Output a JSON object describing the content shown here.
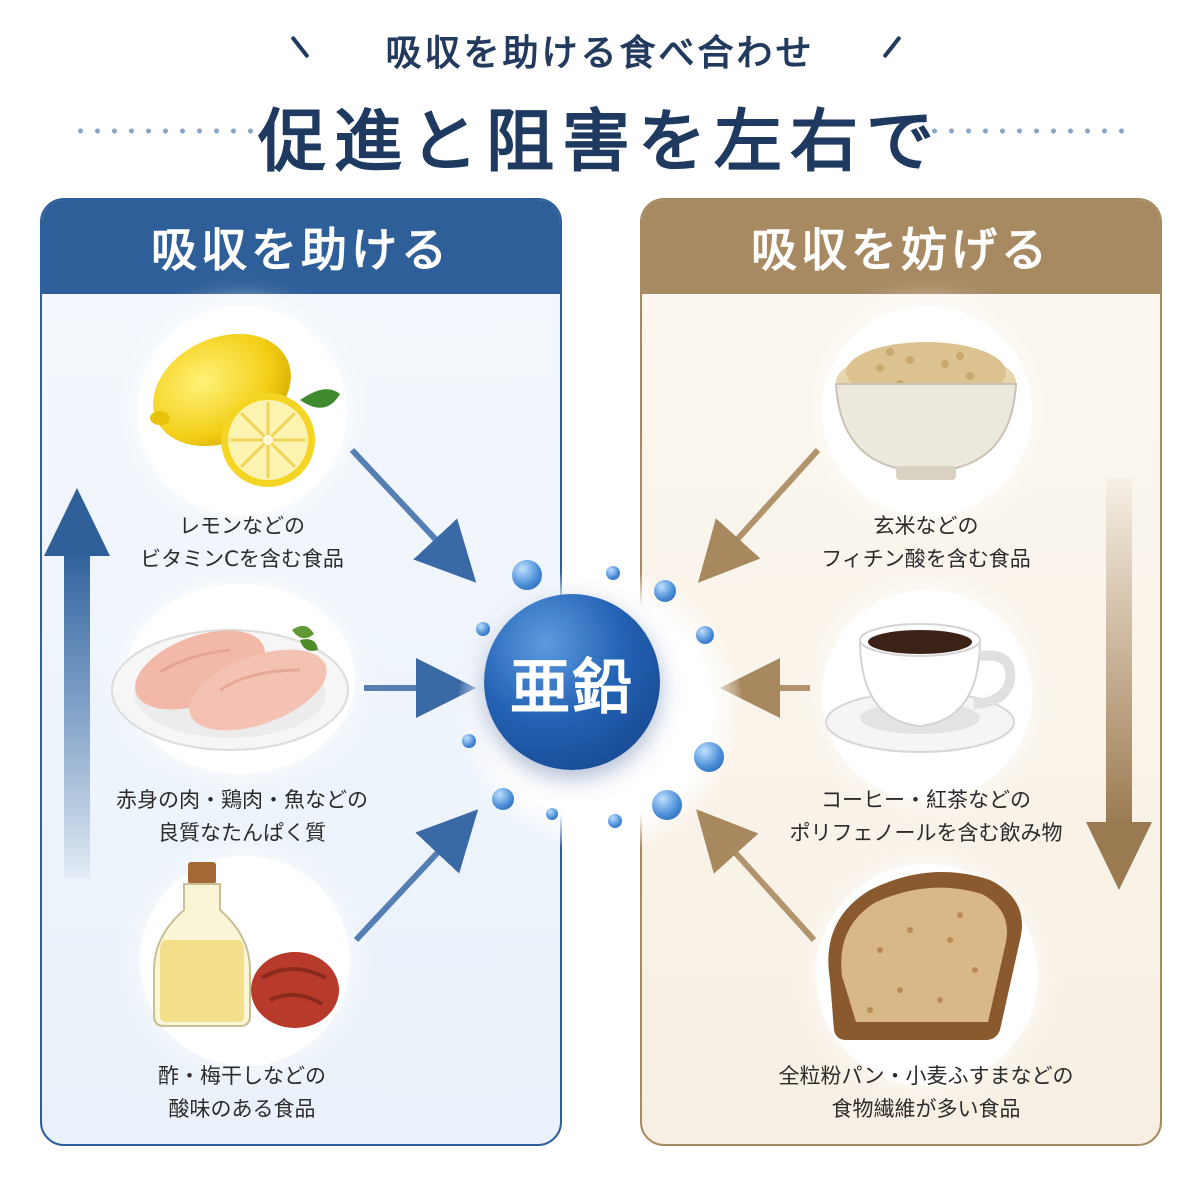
{
  "header": {
    "subtitle": "吸収を助ける食べ合わせ",
    "headline": "促進と阻害を左右で"
  },
  "center": {
    "label": "亜鉛"
  },
  "left_panel": {
    "title": "吸収を助ける",
    "items": [
      {
        "line1": "レモンなどの",
        "line2": "ビタミンCを含む食品",
        "icon": "lemon-icon"
      },
      {
        "line1": "赤身の肉・鶏肉・魚などの",
        "line2": "良質なたんぱく質",
        "icon": "chicken-breast-icon"
      },
      {
        "line1": "酢・梅干しなどの",
        "line2": "酸味のある食品",
        "icon": "vinegar-umeboshi-icon"
      }
    ]
  },
  "right_panel": {
    "title": "吸収を妨げる",
    "items": [
      {
        "line1": "玄米などの",
        "line2": "フィチン酸を含む食品",
        "icon": "brown-rice-icon"
      },
      {
        "line1": "コーヒー・紅茶などの",
        "line2": "ポリフェノールを含む飲み物",
        "icon": "coffee-cup-icon"
      },
      {
        "line1": "全粒粉パン・小麦ふすまなどの",
        "line2": "食物繊維が多い食品",
        "icon": "whole-wheat-bread-icon"
      }
    ]
  },
  "colors": {
    "promote_blue": "#2e5f99",
    "inhibit_brown": "#a88a62",
    "title_navy": "#1f3a60"
  }
}
